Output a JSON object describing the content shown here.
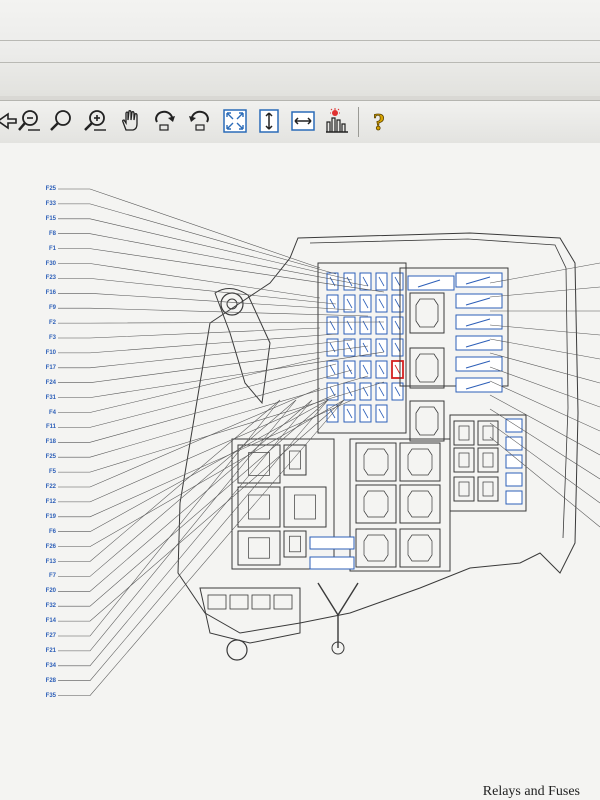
{
  "toolbar": {
    "buttons": [
      {
        "name": "pan-left-icon"
      },
      {
        "name": "zoom-out-icon"
      },
      {
        "name": "zoom-icon"
      },
      {
        "name": "zoom-in-icon"
      },
      {
        "name": "hand-pan-icon"
      },
      {
        "name": "rotate-right-icon"
      },
      {
        "name": "rotate-left-icon"
      },
      {
        "name": "fit-window-icon"
      },
      {
        "name": "fit-height-icon"
      },
      {
        "name": "fit-width-icon"
      },
      {
        "name": "highlight-icon"
      },
      {
        "name": "help-icon"
      }
    ],
    "colors": {
      "help": "#d8a400",
      "icon": "#222222"
    }
  },
  "diagram": {
    "fuse_labels": [
      "F25",
      "F33",
      "F15",
      "F8",
      "F1",
      "F30",
      "F23",
      "F16",
      "F9",
      "F2",
      "F3",
      "F10",
      "F17",
      "F24",
      "F31",
      "F4",
      "F11",
      "F18",
      "F25",
      "F5",
      "F22",
      "F12",
      "F19",
      "F6",
      "F26",
      "F13",
      "F7",
      "F20",
      "F32",
      "F14",
      "F27",
      "F21",
      "F34",
      "F28",
      "F35"
    ],
    "label_color": "#2d5fb8",
    "highlight_color": "#d42020"
  },
  "footer": {
    "caption": "Relays and Fuses"
  }
}
